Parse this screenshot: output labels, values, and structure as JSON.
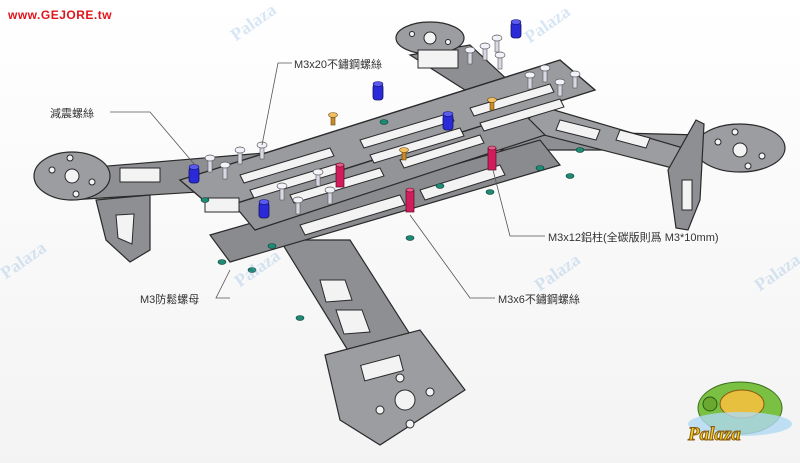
{
  "website": "www.GEJORE.tw",
  "watermark": "Palaza",
  "logo_text": "Palaza",
  "labels": {
    "m3x20_screw": "M3x20不鏽鋼螺絲",
    "damping_screw": "減震螺絲",
    "m3x12_standoff": "M3x12鋁柱(全碳版則爲 M3*10mm)",
    "m3_lock_nut": "M3防鬆螺母",
    "m3x6_screw": "M3x6不鏽鋼螺絲"
  },
  "colors": {
    "frame": "#8e8f93",
    "frame_edge": "#2a2a2a",
    "screw": "#e4e4ee",
    "damper": "#2a2ad8",
    "standoff": "#d11d5b",
    "brass": "#e0a83a",
    "nut": "#1f8a74",
    "site_red": "#e0151b"
  }
}
